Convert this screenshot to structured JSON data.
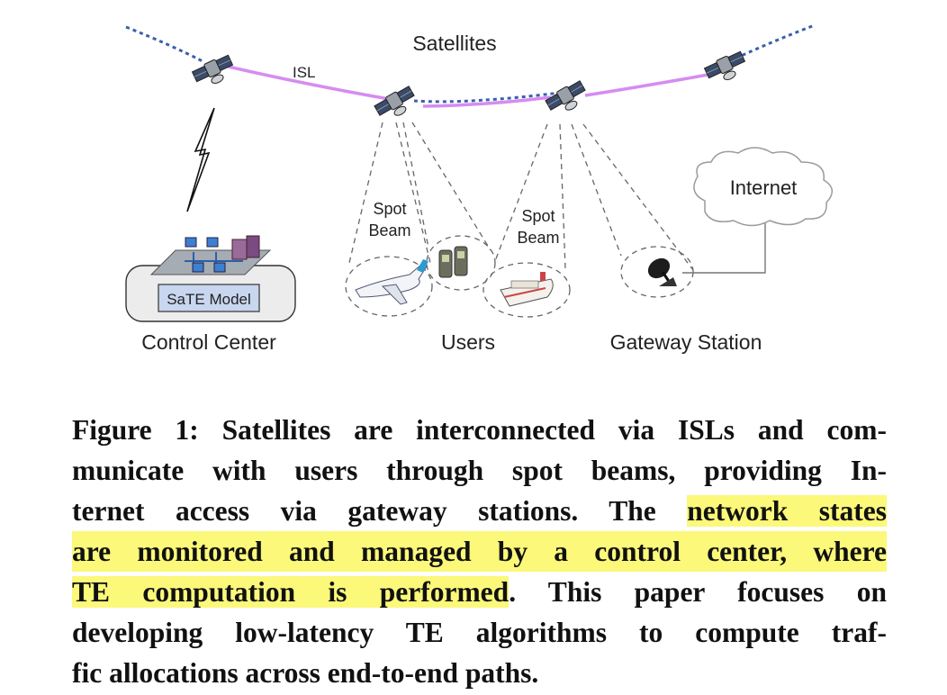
{
  "figure": {
    "labels": {
      "satellites": "Satellites",
      "isl": "ISL",
      "spot_beam_1_line1": "Spot",
      "spot_beam_1_line2": "Beam",
      "spot_beam_2_line1": "Spot",
      "spot_beam_2_line2": "Beam",
      "internet": "Internet",
      "sate_model": "SaTE Model",
      "control_center": "Control Center",
      "users": "Users",
      "gateway_station": "Gateway Station"
    },
    "colors": {
      "isl_link": "#d58cf0",
      "orbit": "#3a5fb0",
      "highlight": "#fbf87a",
      "model_box": "#c9d6ef"
    },
    "icons": [
      "satellite-icon",
      "lightning-icon",
      "airplane-icon",
      "phone-icon",
      "cruise-ship-icon",
      "satellite-dish-icon",
      "cloud-icon",
      "network-icon"
    ]
  },
  "caption": {
    "line1": "Figure 1: Satellites are interconnected via ISLs and com-",
    "line2": "municate with users through spot beams, providing In-",
    "line3": "ternet access via gateway stations. The ",
    "line3_hl": "network states",
    "line4_hl": "are monitored and managed by a control center, where",
    "line5_hl": "TE computation is performed",
    "line5": ". This paper focuses on",
    "line6": "developing low-latency TE algorithms to compute traf-",
    "line7": "fic allocations across end-to-end paths."
  }
}
